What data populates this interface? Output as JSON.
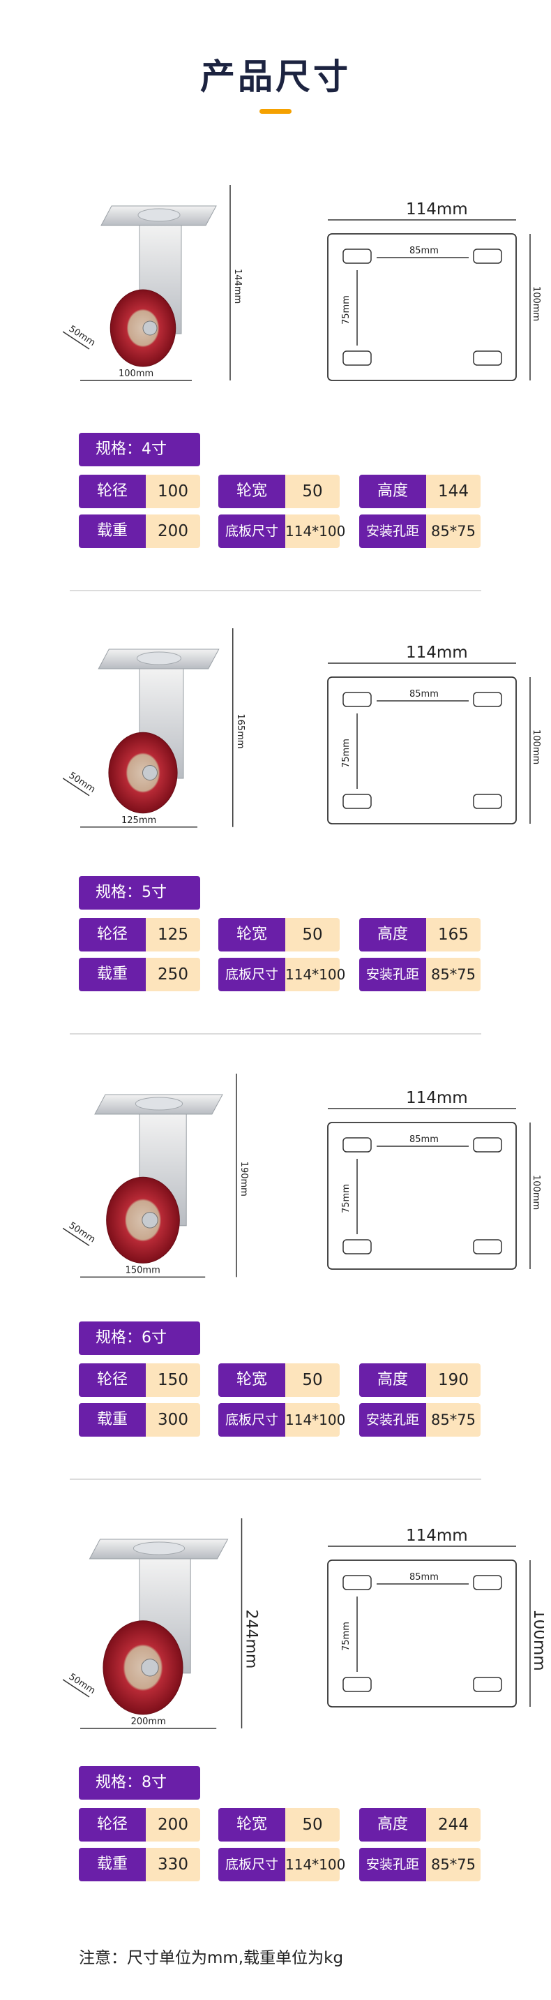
{
  "page_title": "产品尺寸",
  "plate": {
    "width_label": "114mm",
    "hole_w_label": "85mm",
    "hole_h_label": "75mm",
    "height_label": "100mm"
  },
  "labels": {
    "spec": "规格：",
    "wheel_dia": "轮径",
    "wheel_width": "轮宽",
    "height": "高度",
    "load": "载重",
    "plate_size": "底板尺寸",
    "hole_spacing": "安装孔距"
  },
  "sizes": [
    {
      "spec": "4寸",
      "wheel_dia": "100",
      "wheel_width": "50",
      "height": "144",
      "load": "200",
      "plate_size": "114*100",
      "hole_spacing": "85*75",
      "width_dim": "50mm",
      "dia_dim": "100mm",
      "height_dim": "144mm"
    },
    {
      "spec": "5寸",
      "wheel_dia": "125",
      "wheel_width": "50",
      "height": "165",
      "load": "250",
      "plate_size": "114*100",
      "hole_spacing": "85*75",
      "width_dim": "50mm",
      "dia_dim": "125mm",
      "height_dim": "165mm"
    },
    {
      "spec": "6寸",
      "wheel_dia": "150",
      "wheel_width": "50",
      "height": "190",
      "load": "300",
      "plate_size": "114*100",
      "hole_spacing": "85*75",
      "width_dim": "50mm",
      "dia_dim": "150mm",
      "height_dim": "190mm"
    },
    {
      "spec": "8寸",
      "wheel_dia": "200",
      "wheel_width": "50",
      "height": "244",
      "load": "330",
      "plate_size": "114*100",
      "hole_spacing": "85*75",
      "width_dim": "50mm",
      "dia_dim": "200mm",
      "height_dim": "244mm"
    }
  ],
  "note": "注意：尺寸单位为mm,载重单位为kg",
  "colors": {
    "accent": "#6a1fa8",
    "value_bg": "#fde4bc",
    "title_bar": "#f5a100",
    "wheel": "#a81c2a"
  }
}
